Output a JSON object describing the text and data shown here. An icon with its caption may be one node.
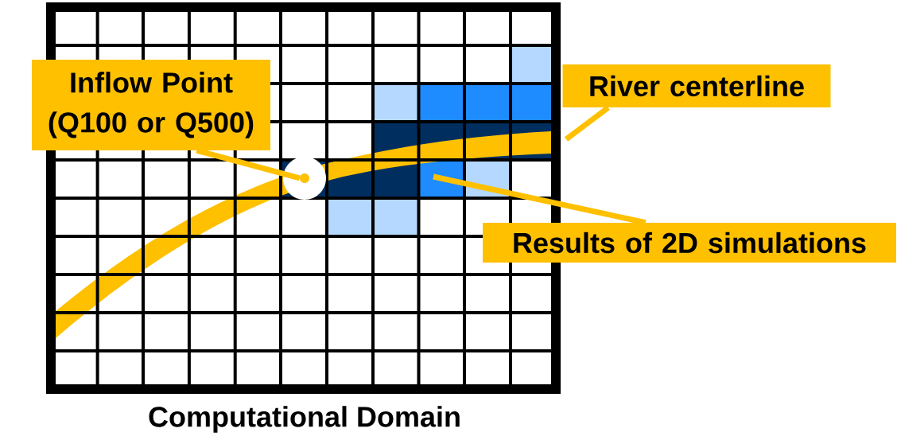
{
  "diagram": {
    "caption": "Computational Domain",
    "nodes": [
      {
        "text": [
          "Inflow Point (Q100 or Q500)"
        ]
      },
      {
        "text": [
          "River centerline"
        ]
      },
      {
        "text": [
          "Results of 2D simulations"
        ]
      },
      {
        "text": [],
        "shape": "circle"
      }
    ],
    "edges": [
      {
        "from": 0,
        "to": 3,
        "arrow": "none"
      },
      {
        "from": 1,
        "to": null,
        "arrow": "none"
      },
      {
        "from": 2,
        "to": null,
        "arrow": "none"
      }
    ]
  }
}
